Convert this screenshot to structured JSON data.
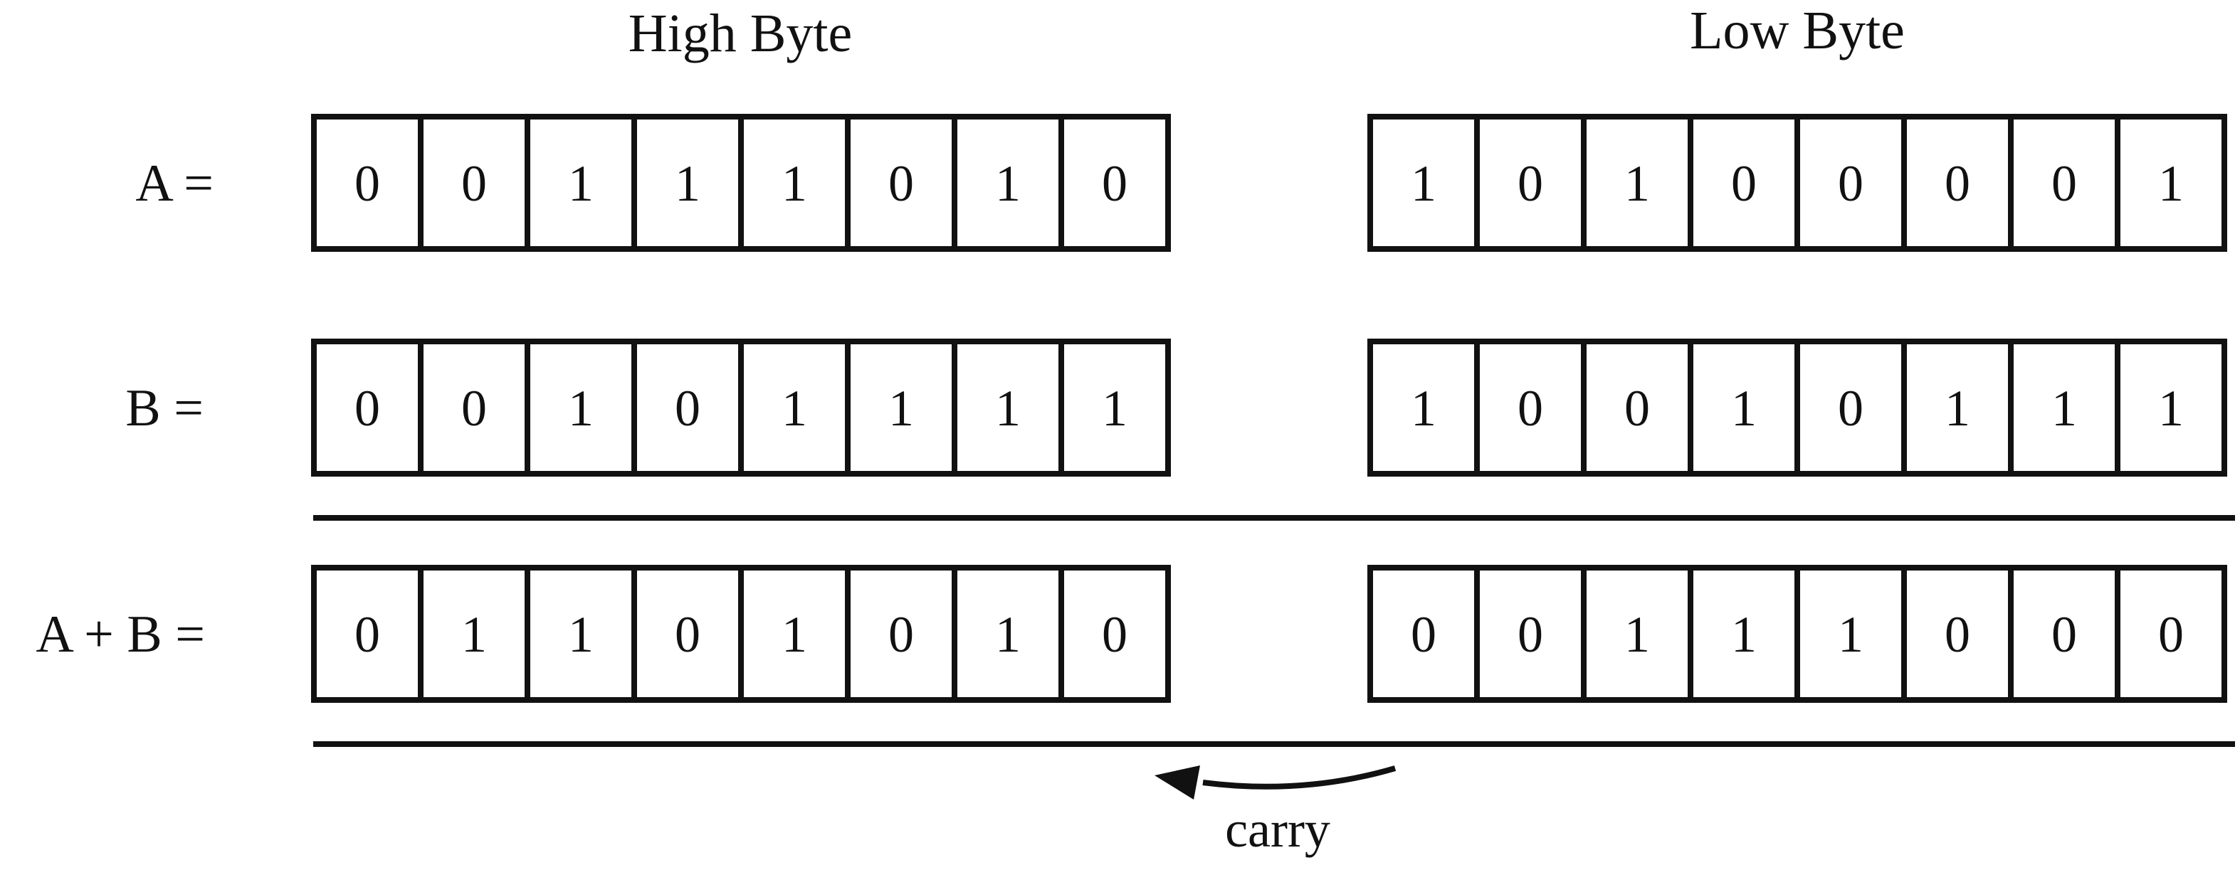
{
  "headings": {
    "high": "High Byte",
    "low": "Low Byte"
  },
  "rows": [
    {
      "label": "A =",
      "high": [
        "0",
        "0",
        "1",
        "1",
        "1",
        "0",
        "1",
        "0"
      ],
      "low": [
        "1",
        "0",
        "1",
        "0",
        "0",
        "0",
        "0",
        "1"
      ]
    },
    {
      "label": "B =",
      "high": [
        "0",
        "0",
        "1",
        "0",
        "1",
        "1",
        "1",
        "1"
      ],
      "low": [
        "1",
        "0",
        "0",
        "1",
        "0",
        "1",
        "1",
        "1"
      ]
    },
    {
      "label": "A + B =",
      "high": [
        "0",
        "1",
        "1",
        "0",
        "1",
        "0",
        "1",
        "0"
      ],
      "low": [
        "0",
        "0",
        "1",
        "1",
        "1",
        "0",
        "0",
        "0"
      ]
    }
  ],
  "carry": {
    "label": "carry"
  },
  "colors": {
    "stroke": "#111111",
    "background": "#ffffff"
  }
}
